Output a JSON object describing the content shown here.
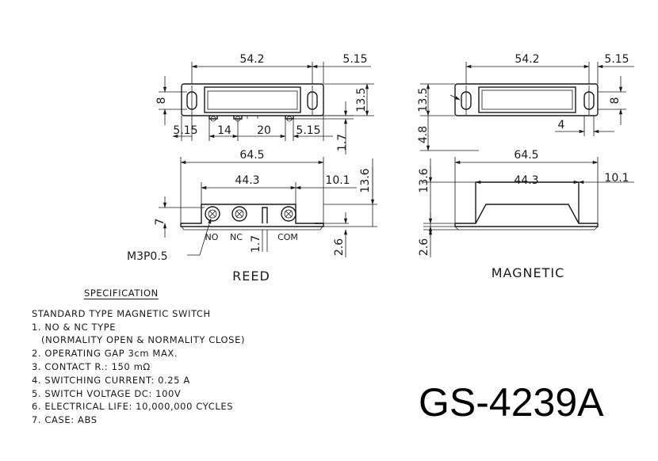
{
  "dimensions": {
    "reed_top_width": "54.2",
    "reed_top_ear": "5.15",
    "reed_top_height": "13.5",
    "reed_hole_width": "8",
    "reed_bottom_left": "5.15",
    "reed_bottom_mid1": "14",
    "reed_bottom_mid2": "20",
    "reed_bottom_right": "5.15",
    "reed_slot": "1.7",
    "reed_side_length": "64.5",
    "reed_side_inner": "44.3",
    "reed_side_step": "10.1",
    "reed_side_height": "13.6",
    "reed_terminal_height": "7",
    "reed_gap": "1.7",
    "reed_base": "2.6",
    "screw_label": "M3P0.5",
    "mag_top_width": "54.2",
    "mag_top_ear": "5.15",
    "mag_top_height": "13.5",
    "mag_hole_width": "8",
    "mag_offset": "4",
    "mag_ear_height": "4.8",
    "mag_side_length": "64.5",
    "mag_side_inner": "44.3",
    "mag_side_step": "10.1",
    "mag_side_height": "13.6",
    "mag_base": "2.6"
  },
  "terminals": {
    "no": "NO",
    "nc": "NC",
    "com": "COM"
  },
  "titles": {
    "reed": "REED",
    "magnetic": "MAGNETIC"
  },
  "specification": {
    "heading": "SPECIFICATION",
    "lines": [
      "STANDARD TYPE MAGNETIC SWITCH",
      "1. NO & NC TYPE",
      "(NORMALITY OPEN & NORMALITY CLOSE)",
      "2. OPERATING GAP 3cm MAX.",
      "3. CONTACT R.: 150 mΩ",
      "4. SWITCHING CURRENT: 0.25 A",
      "5. SWITCH VOLTAGE DC: 100V",
      "6. ELECTRICAL LIFE: 10,000,000 CYCLES",
      "7. CASE: ABS"
    ]
  },
  "model": "GS-4239A"
}
